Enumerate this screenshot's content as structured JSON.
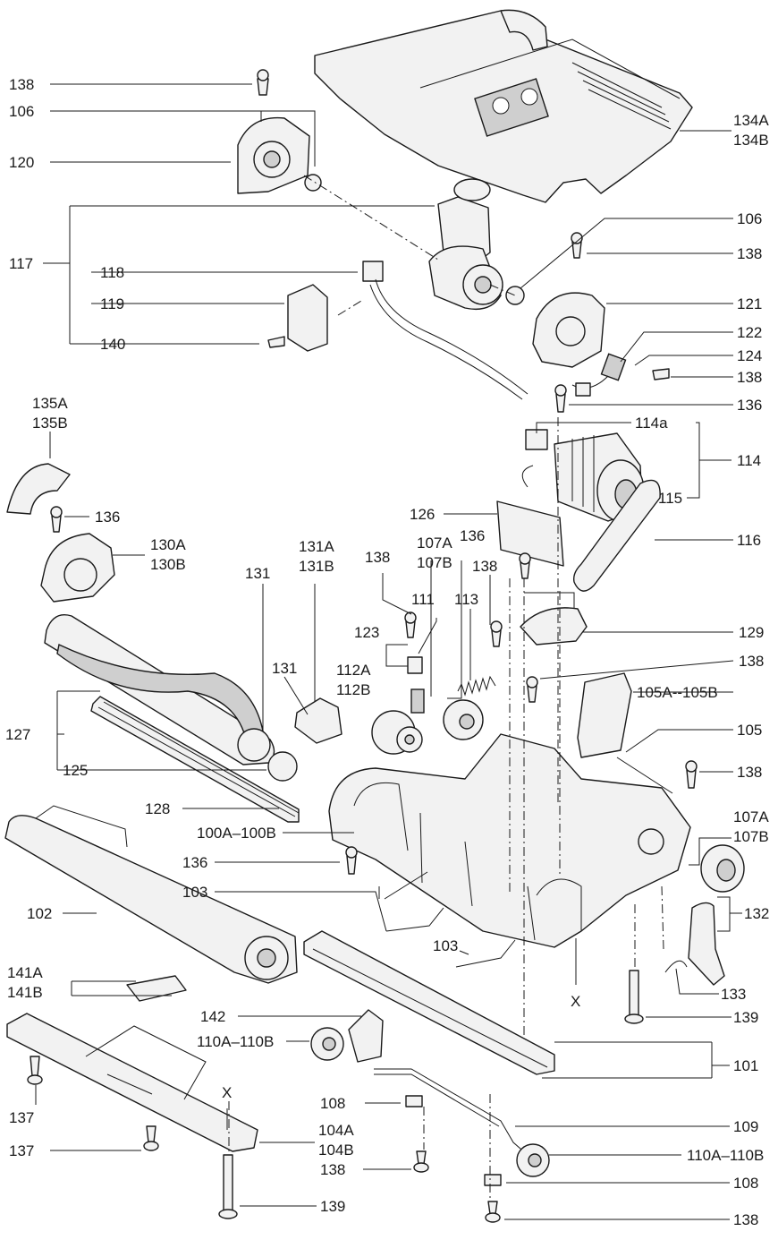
{
  "labels": {
    "l138a": "138",
    "l106a": "106",
    "l120": "120",
    "l134a": "134A",
    "l134b": "134B",
    "l117": "117",
    "l118": "118",
    "l119": "119",
    "l140": "140",
    "l106b": "106",
    "l138b": "138",
    "l121": "121",
    "l122": "122",
    "l124": "124",
    "l138c": "138",
    "l136a": "136",
    "l114a": "114a",
    "l114": "114",
    "l115": "115",
    "l116": "116",
    "l135a": "135A",
    "l135b": "135B",
    "l136b": "136",
    "l130a": "130A",
    "l130b": "130B",
    "l126": "126",
    "l136c": "136",
    "l107a": "107A",
    "l107b": "107B",
    "l138d": "138",
    "l138e": "138",
    "l131": "131",
    "l131a": "131A",
    "l131b": "131B",
    "l111": "111",
    "l113": "113",
    "l123": "123",
    "l129": "129",
    "l138f": "138",
    "l112a": "112A",
    "l112b": "112B",
    "l131c": "131",
    "l105ab": "105A--105B",
    "l127": "127",
    "l105": "105",
    "l125": "125",
    "l138g": "138",
    "l128": "128",
    "l107c": "107A",
    "l107d": "107B",
    "l100ab": "100A–100B",
    "l136d": "136",
    "l103a": "103",
    "l102": "102",
    "l132": "132",
    "l103b": "103",
    "l141a": "141A",
    "l141b": "141B",
    "lxa": "X",
    "l133": "133",
    "l142": "142",
    "l139a": "139",
    "l110ab": "110A–110B",
    "l101": "101",
    "l137a": "137",
    "lxb": "X",
    "l108a": "108",
    "l104a": "104A",
    "l104b": "104B",
    "l109": "109",
    "l137b": "137",
    "l110cd": "110A–110B",
    "l138h": "138",
    "l108b": "108",
    "l139b": "139",
    "l138i": "138"
  }
}
